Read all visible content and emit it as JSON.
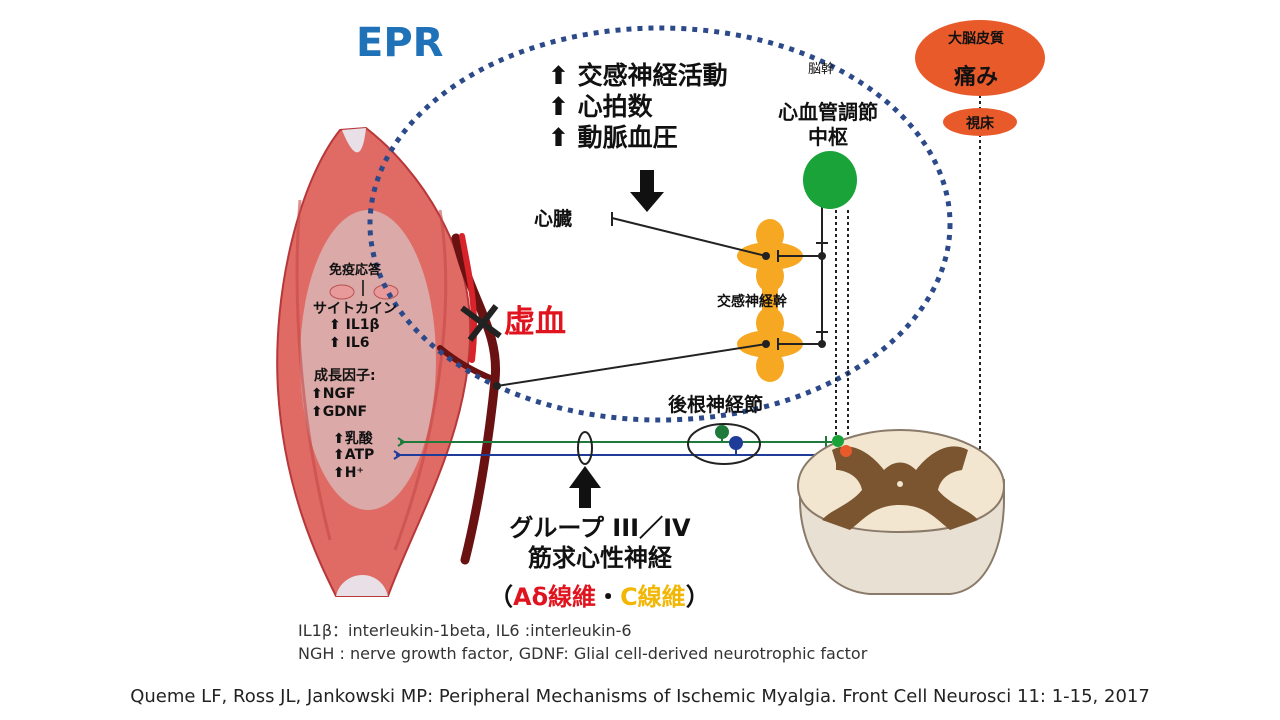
{
  "epr_label": "EPR",
  "effects": {
    "line1": "⬆ 交感神経活動",
    "line2": "⬆ 心拍数",
    "line3": "⬆ 動脈血圧"
  },
  "brainstem_label": "脳幹",
  "cv_center": {
    "line1": "心血管調節",
    "line2": "中枢"
  },
  "heart_label": "心臓",
  "sympathetic_chain_label": "交感神経幹",
  "ischemia_label": "虚血",
  "drg_label": "後根神経節",
  "cortex": {
    "label": "大脳皮質",
    "pain": "痛み"
  },
  "thalamus_label": "視床",
  "muscle": {
    "immune": "免疫応答",
    "cytokine": "サイトカイン",
    "il1b": "⬆ IL1β",
    "il6": "⬆ IL6",
    "growth": "成長因子:",
    "ngf": "⬆NGF",
    "gdnf": "⬆GDNF",
    "lactate": "⬆乳酸",
    "atp": "⬆ATP",
    "hplus": "⬆H⁺"
  },
  "nerve": {
    "group": "グループ III／IV",
    "type": "筋求心性神経",
    "paren_open": "（",
    "adelta": "Aδ線維",
    "dot": "・",
    "c_fiber": "C線維",
    "paren_close": "）"
  },
  "abbreviations": {
    "line1": "IL1β：interleukin-1beta, IL6 :interleukin-6",
    "line2": "NGH : nerve growth factor,  GDNF: Glial cell-derived neurotrophic factor"
  },
  "reference": "Queme LF, Ross JL, Jankowski MP: Peripheral Mechanisms of Ischemic Myalgia. Front Cell Neurosci 11: 1-15, 2017",
  "colors": {
    "epr_blue": "#1f72b8",
    "ellipse_dots": "#2c4a8a",
    "ischemia_red": "#e0141e",
    "c_fiber_yellow": "#f2b705",
    "cortex_orange": "#e85a2a",
    "sympathetic_orange": "#f7a823",
    "center_green": "#1aa338",
    "afferent_green": "#1d7a3a",
    "afferent_blue": "#1f3c99"
  }
}
